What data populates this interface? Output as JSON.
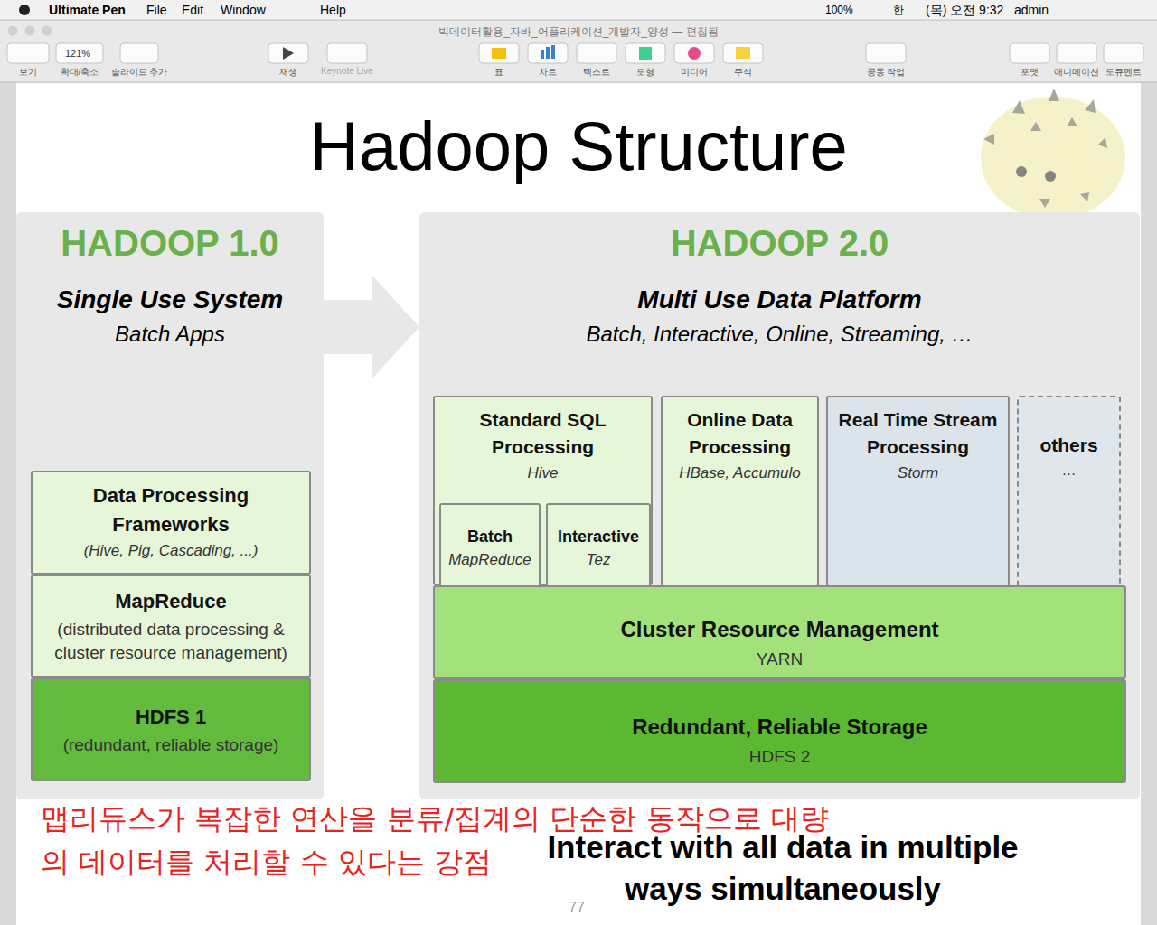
{
  "diagram": {
    "title": "Hadoop Structure",
    "nodes": [
      {
        "text": [
          "HADOOP 1.0",
          "Single Use System",
          "Batch Apps"
        ]
      },
      {
        "text": [
          "Data Processing Frameworks",
          "(Hive, Pig, Cascading, ...)"
        ],
        "in": 0
      },
      {
        "text": [
          "MapReduce",
          "(distributed data processing & cluster resource management)"
        ],
        "in": 0
      },
      {
        "text": [
          "HDFS 1",
          "(redundant, reliable storage)"
        ],
        "in": 0
      },
      {
        "text": [
          "HADOOP 2.0",
          "Multi Use Data Platform",
          "Batch, Interactive, Online, Streaming, …"
        ]
      },
      {
        "text": [
          "Standard SQL Processing",
          "Hive"
        ],
        "in": 4
      },
      {
        "text": [
          "Batch",
          "MapReduce"
        ],
        "in": 5
      },
      {
        "text": [
          "Interactive",
          "Tez"
        ],
        "in": 5
      },
      {
        "text": [
          "Online Data Processing",
          "HBase, Accumulo"
        ],
        "in": 4
      },
      {
        "text": [
          "Real Time Stream Processing",
          "Storm"
        ],
        "in": 4
      },
      {
        "text": [
          "others",
          "…"
        ],
        "in": 4
      },
      {
        "text": [
          "Cluster Resource Management",
          "YARN"
        ],
        "in": 4
      },
      {
        "text": [
          "Redundant, Reliable Storage",
          "HDFS 2"
        ],
        "in": 4
      }
    ],
    "edges": [
      {
        "from": 0,
        "to": 4,
        "arrow": "to"
      }
    ],
    "labels": [
      "Ultimate Pen",
      "File",
      "Edit",
      "Window",
      "Help",
      "100%",
      "한",
      "(목) 오전 9:32",
      "admin",
      "빅데이터활용_자바_어플리케이션_개발자_양성 — 편집됨",
      "121%",
      "보기",
      "확대/축소",
      "슬라이드 추가",
      "재생",
      "Keynote Live",
      "표",
      "차트",
      "텍스트",
      "도형",
      "미디어",
      "주석",
      "공동 작업",
      "포맷",
      "애니메이션",
      "도큐멘트",
      "맵리듀스가 복잡한 연산을 분류/집계의 단순한 동작으로 대량의 데이터를 처리할 수 있다는 강점",
      "Interact with all data in multiple ways simultaneously",
      "77"
    ]
  }
}
